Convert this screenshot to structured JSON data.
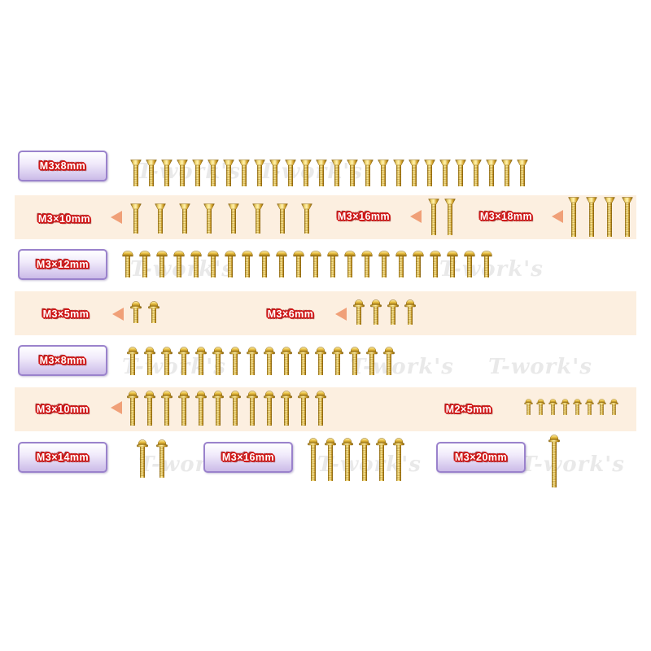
{
  "labels": {
    "flat_m3x8": "M3x8mm",
    "flat_m3x10": "M3×10mm",
    "flat_m3x16": "M3×16mm",
    "flat_m3x18": "M3×18mm",
    "button_m3x12": "M3×12mm",
    "flange_m3x5": "M3×5mm",
    "flange_m3x6": "M3×6mm",
    "flange_m3x8": "M3×8mm",
    "flange_m3x10": "M3×10mm",
    "flange_m2x5": "M2×5mm",
    "flange_m3x14": "M3×14mm",
    "flange_m3x16": "M3×16mm",
    "flange_m3x20": "M3×20mm"
  },
  "screw_counts": {
    "flat_m3x8": 26,
    "flat_m3x10": 8,
    "flat_m3x16": 2,
    "flat_m3x18": 4,
    "button_m3x12": 22,
    "flange_m3x5": 2,
    "flange_m3x6": 4,
    "flange_m3x8": 16,
    "flange_m3x10": 12,
    "flange_m2x5": 8,
    "flange_m3x14": 2,
    "flange_m3x16": 6,
    "flange_m3x20": 1
  },
  "watermark": "T-work's",
  "colors": {
    "band": "#fcefe0",
    "tag_border": "#9a82cc",
    "label_outline": "#d01818",
    "arrow": "#f0a078",
    "gold_light": "#fff3b0",
    "gold_mid": "#e3b83a",
    "gold_dark": "#8a6410"
  }
}
